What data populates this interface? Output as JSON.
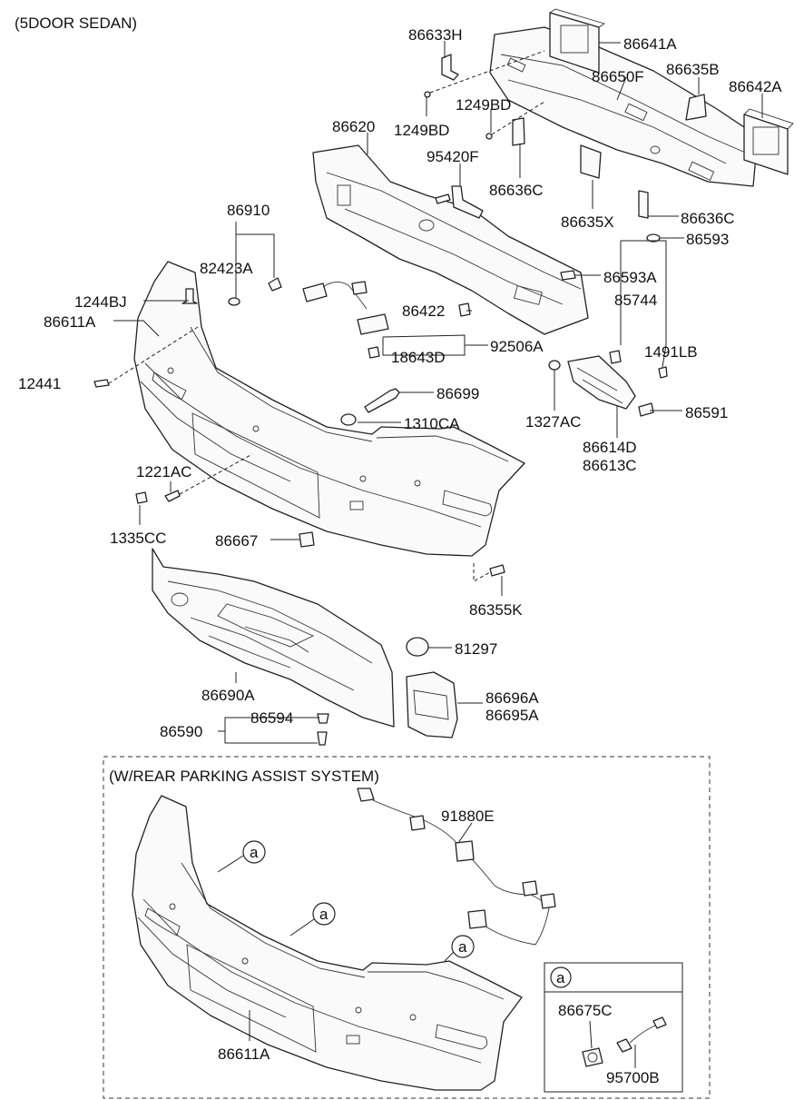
{
  "header": {
    "title": "(5DOOR SEDAN)"
  },
  "inset": {
    "title": "(W/REAR PARKING ASSIST SYSTEM)"
  },
  "detail_box": {
    "ref": "a"
  },
  "callout_ref": "a",
  "parts": {
    "p86633H": "86633H",
    "p86641A": "86641A",
    "p86650F": "86650F",
    "p86635B": "86635B",
    "p86642A": "86642A",
    "p1249BD_a": "1249BD",
    "p86620": "86620",
    "p1249BD_b": "1249BD",
    "p95420F": "95420F",
    "p86636C_a": "86636C",
    "p86635X": "86635X",
    "p86636C_b": "86636C",
    "p86593": "86593",
    "p86910": "86910",
    "p82423A": "82423A",
    "p1244BJ": "1244BJ",
    "p86611A_a": "86611A",
    "p86593A": "86593A",
    "p85744": "85744",
    "p86422": "86422",
    "p92506A": "92506A",
    "p18643D": "18643D",
    "p1491LB": "1491LB",
    "p12441": "12441",
    "p86699": "86699",
    "p1327AC": "1327AC",
    "p86591": "86591",
    "p1310CA": "1310CA",
    "p86614D": "86614D",
    "p86613C": "86613C",
    "p1221AC": "1221AC",
    "p1335CC": "1335CC",
    "p86667": "86667",
    "p86355K": "86355K",
    "p81297": "81297",
    "p86690A": "86690A",
    "p86696A": "86696A",
    "p86695A": "86695A",
    "p86590": "86590",
    "p86594": "86594",
    "p91880E": "91880E",
    "p86611A_b": "86611A",
    "p86675C": "86675C",
    "p95700B": "95700B"
  }
}
